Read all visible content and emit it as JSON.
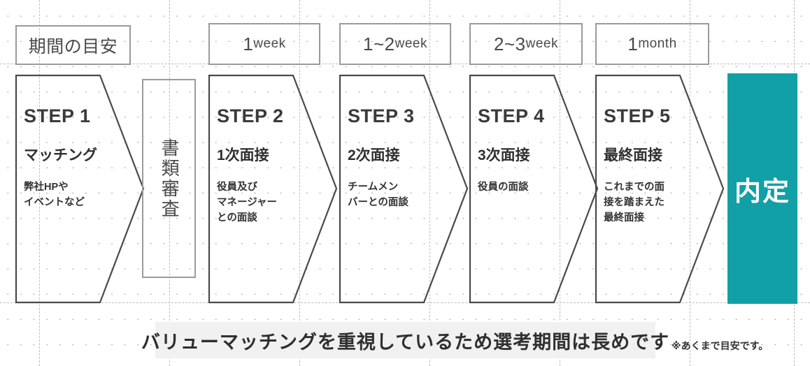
{
  "theme": {
    "teal": "#10A0A6",
    "line_gray": "#9a9a9a",
    "stroke_dark": "#4a4a4a",
    "text_dark": "#2f2f2f",
    "banner_bg": "#f1f1f1",
    "page_bg": "#ffffff"
  },
  "header": {
    "label_chip": "期間の目安",
    "periods": [
      {
        "num": "1",
        "unit": "week"
      },
      {
        "num": "1~2",
        "unit": "week"
      },
      {
        "num": "2~3",
        "unit": "week"
      },
      {
        "num": "1",
        "unit": "month"
      }
    ]
  },
  "doc_review": {
    "text": "書類審査"
  },
  "steps": [
    {
      "no": "STEP 1",
      "title": "マッチング",
      "desc": "弊社HPや\nイベントなど"
    },
    {
      "no": "STEP 2",
      "title": "1次面接",
      "desc": "役員及び\nマネージャー\nとの面談"
    },
    {
      "no": "STEP 3",
      "title": "2次面接",
      "desc": "チームメン\nバーとの面談"
    },
    {
      "no": "STEP 4",
      "title": "3次面接",
      "desc": "役員の面談"
    },
    {
      "no": "STEP 5",
      "title": "最終面接",
      "desc": "これまでの面\n接を踏まえた\n最終面接"
    }
  ],
  "offer": {
    "text": "内定"
  },
  "footer": {
    "banner_text": "バリューマッチングを重視しているため選考期間は長めです",
    "note": "※あくまで目安です。"
  }
}
